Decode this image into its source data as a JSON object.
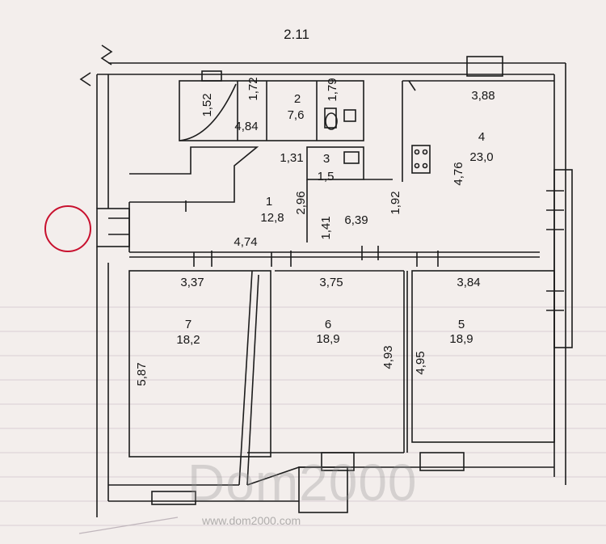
{
  "plan": {
    "sheet_number": "2.11",
    "rooms": [
      {
        "id": "1",
        "area": "12,8"
      },
      {
        "id": "2",
        "area": "7,6"
      },
      {
        "id": "3",
        "area": "1,5"
      },
      {
        "id": "4",
        "area": "23,0"
      },
      {
        "id": "5",
        "area": "18,9"
      },
      {
        "id": "6",
        "area": "18,9"
      },
      {
        "id": "7",
        "area": "18,2"
      }
    ],
    "dimensions": {
      "d_1_52": "1,52",
      "d_1_72": "1,72",
      "d_1_79": "1,79",
      "d_4_84": "4,84",
      "d_1_31": "1,31",
      "d_2_96": "2,96",
      "d_1_41": "1,41",
      "d_6_39": "6,39",
      "d_1_92": "1,92",
      "d_3_88": "3,88",
      "d_4_76": "4,76",
      "d_4_74": "4,74",
      "d_3_37": "3,37",
      "d_3_75": "3,75",
      "d_3_84": "3,84",
      "d_5_87": "5,87",
      "d_4_93": "4,93",
      "d_4_95": "4,95"
    },
    "colors": {
      "wall": "#1c1c1c",
      "marker": "#c8102e",
      "paper": "#f3eeec"
    }
  },
  "watermark": {
    "logo": "Dom2000",
    "url": "www.dom2000.com"
  }
}
